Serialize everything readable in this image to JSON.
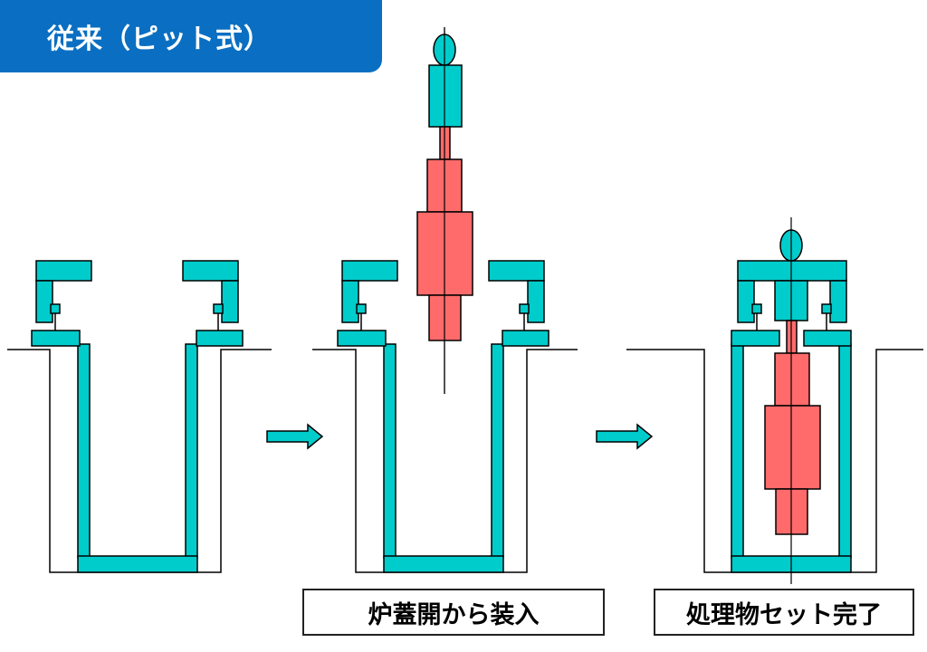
{
  "title": "従来（ピット式）",
  "captions": {
    "step2": "炉蓋開から装入",
    "step3": "処理物セット完了"
  },
  "colors": {
    "title_bg": "#0a6fc2",
    "furnace": "#00cccc",
    "workpiece": "#ff6b6b",
    "outline": "#000000"
  },
  "stages": [
    {
      "id": "pit-empty"
    },
    {
      "id": "pit-loading"
    },
    {
      "id": "pit-set-complete"
    }
  ]
}
